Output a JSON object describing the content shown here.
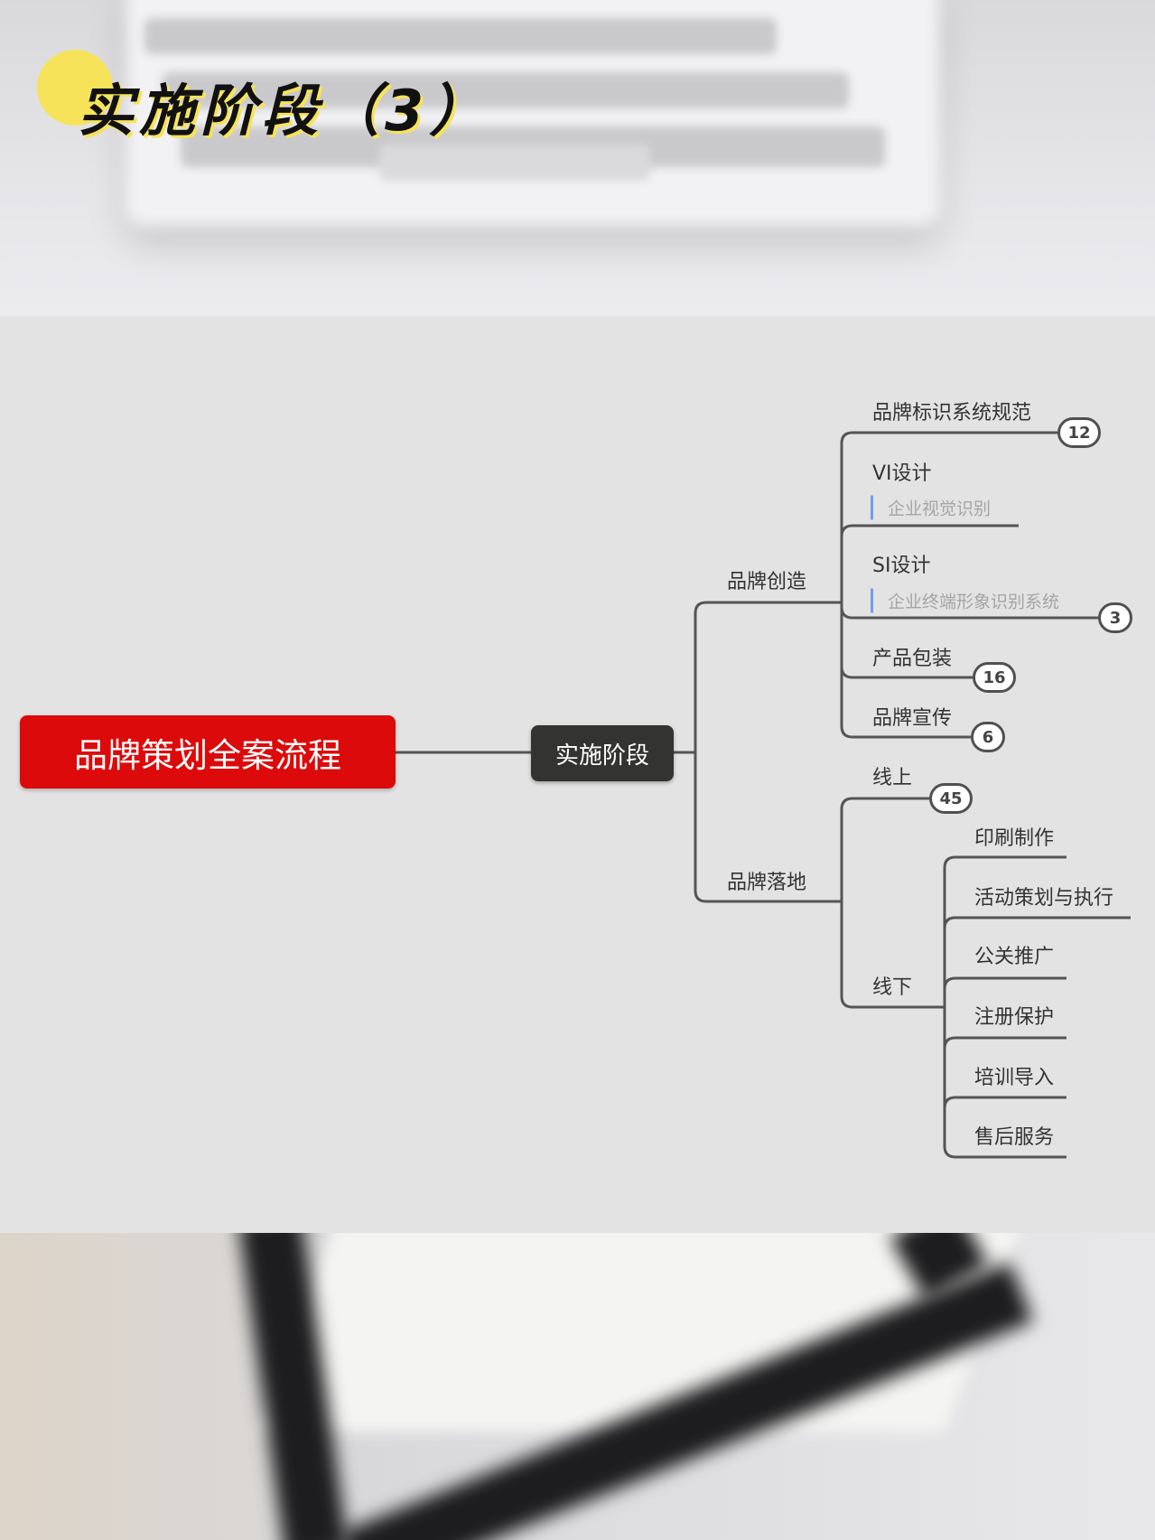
{
  "title": "实施阶段（3）",
  "mindmap": {
    "root": "品牌策划全案流程",
    "stage": "实施阶段",
    "branches": [
      {
        "label": "品牌创造",
        "children": [
          {
            "label": "品牌标识系统规范",
            "count": "12"
          },
          {
            "label": "VI设计",
            "note": "企业视觉识别"
          },
          {
            "label": "SI设计",
            "note": "企业终端形象识别系统",
            "count": "3"
          },
          {
            "label": "产品包装",
            "count": "16"
          },
          {
            "label": "品牌宣传",
            "count": "6"
          }
        ]
      },
      {
        "label": "品牌落地",
        "children": [
          {
            "label": "线上",
            "count": "45"
          },
          {
            "label": "线下",
            "children": [
              {
                "label": "印刷制作"
              },
              {
                "label": "活动策划与执行"
              },
              {
                "label": "公关推广"
              },
              {
                "label": "注册保护"
              },
              {
                "label": "培训导入"
              },
              {
                "label": "售后服务"
              }
            ]
          }
        ]
      }
    ]
  },
  "colors": {
    "root": "#dc0a0a",
    "stage": "#333432",
    "title_highlight": "#f7e35a",
    "note_bar": "#6f9ff0"
  }
}
